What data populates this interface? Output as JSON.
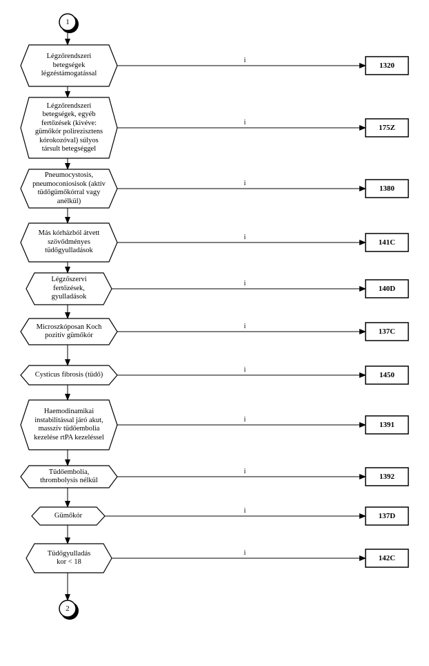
{
  "connectors": {
    "top": "1",
    "bottom": "2"
  },
  "edge_marker": "i",
  "nodes": [
    {
      "label": "Légzőrendszeri\nbetegségek\nlégzéstámogatással",
      "code": "1320"
    },
    {
      "label": "Légzőrendszeri\nbetegségek, egyéb\nfertőzések (kivéve:\ngümőkór polirezisztens\nkórokozóval) súlyos\ntársult betegséggel",
      "code": "175Z"
    },
    {
      "label": "Pneumocystosis,\npneumoconiosisok (aktív\ntüdőgümőkórral vagy\nanélkül)",
      "code": "1380"
    },
    {
      "label": "Más kórházból átvett\nszövődményes\ntüdőgyulladások",
      "code": "141C"
    },
    {
      "label": "Légzőszervi\nfertőzések,\ngyulladások",
      "code": "140D"
    },
    {
      "label": "Microszkóposan Koch\npozitív gümőkór",
      "code": "137C"
    },
    {
      "label": "Cysticus fibrosis (tüdő)",
      "code": "1450"
    },
    {
      "label": "Haemodinamikai\ninstabilitással járó akut,\nmasszív tüdőembolia\nkezelése rtPA kezeléssel",
      "code": "1391"
    },
    {
      "label": "Tüdőembolia,\nthrombolysis nélkül",
      "code": "1392"
    },
    {
      "label": "Gümőkór",
      "code": "137D"
    },
    {
      "label": "Tüdőgyulladás\nkor < 18",
      "code": "142C"
    }
  ]
}
